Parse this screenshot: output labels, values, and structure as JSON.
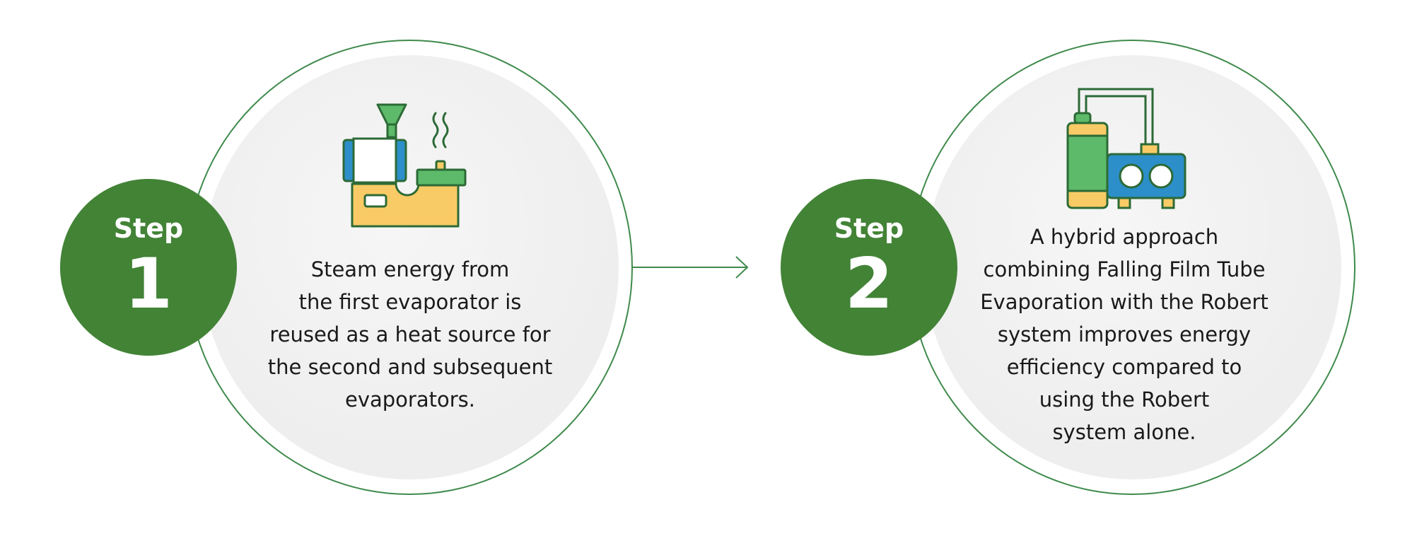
{
  "steps": [
    {
      "label": "Step",
      "number": "1",
      "description": "Steam energy from\nthe first evaporator is\nreused as a heat source for\nthe second and subsequent\nevaporators.",
      "icon": "evaporator-machine-icon"
    },
    {
      "label": "Step",
      "number": "2",
      "description": "A hybrid approach\ncombining Falling Film Tube\nEvaporation with the Robert\nsystem improves energy\nefficiency compared to\nusing the Robert\nsystem alone.",
      "icon": "hybrid-evaporator-icon"
    }
  ],
  "colors": {
    "accent_green": "#428336",
    "ring_green": "#3f8a4c",
    "icon_dark_green": "#2c6a36",
    "icon_light_green": "#5dba6a",
    "icon_yellow": "#f9cb66",
    "icon_blue": "#2c8fc9"
  }
}
